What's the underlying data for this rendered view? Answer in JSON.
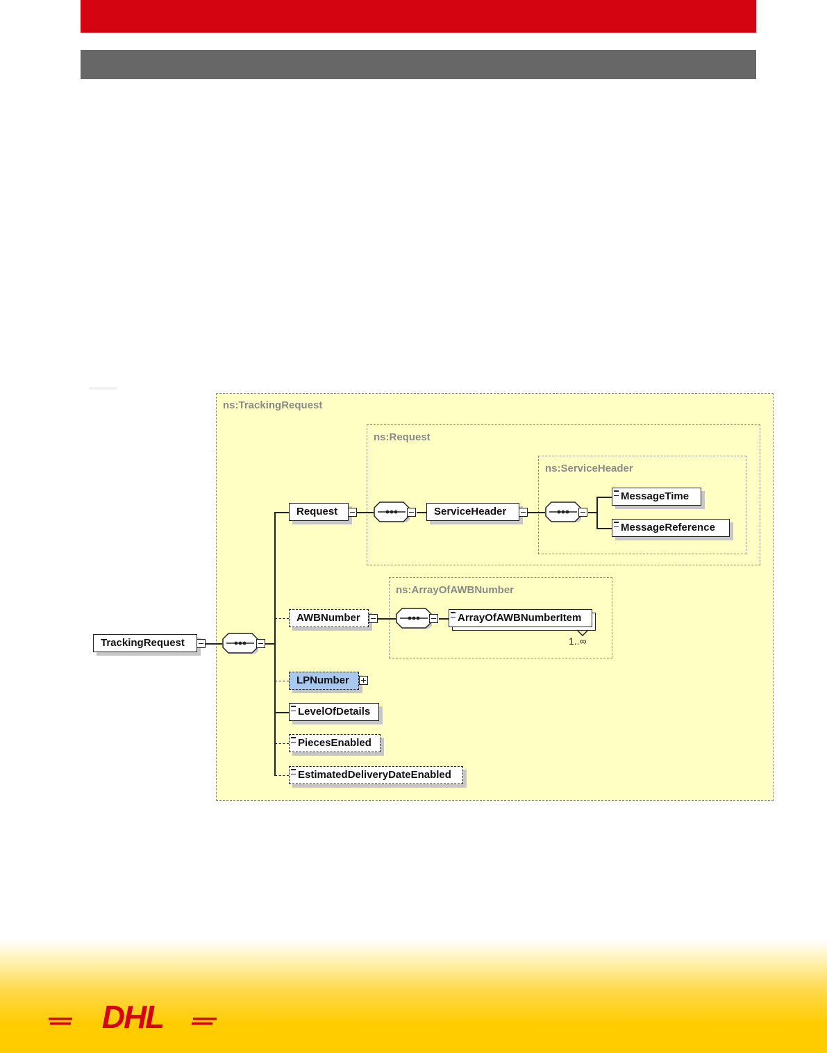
{
  "header": {
    "brand_color": "#d40511",
    "subbar_color": "#676767"
  },
  "footer": {
    "logo_text": "DHL",
    "logo_color": "#d40511",
    "background": "#ffcc00"
  },
  "diagram": {
    "frames": {
      "tracking_request": "ns:TrackingRequest",
      "request": "ns:Request",
      "service_header": "ns:ServiceHeader",
      "array_of_awb": "ns:ArrayOfAWBNumber"
    },
    "elements": {
      "root": "TrackingRequest",
      "request": "Request",
      "service_header": "ServiceHeader",
      "message_time": "MessageTime",
      "message_reference": "MessageReference",
      "awb_number": "AWBNumber",
      "awb_item": "ArrayOfAWBNumberItem",
      "lp_number": "LPNumber",
      "level_of_details": "LevelOfDetails",
      "pieces_enabled": "PiecesEnabled",
      "edd_enabled": "EstimatedDeliveryDateEnabled"
    },
    "cardinality": {
      "awb_item": "1..∞"
    },
    "colors": {
      "frame_fill": "#ffffc4",
      "highlight": "#a8c8ee"
    }
  }
}
